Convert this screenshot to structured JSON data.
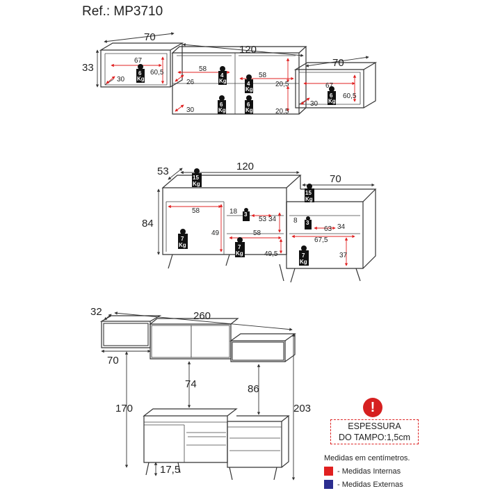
{
  "ref": "Ref.: MP3710",
  "top_unit": {
    "width_left": "70",
    "width_center": "120",
    "width_right": "70",
    "height": "33",
    "left_inner_w": "67",
    "left_inner_h": "60,5",
    "left_depth": "30",
    "center_inner_w1": "58",
    "center_inner_w2": "58",
    "center_h_upper": "20,5",
    "center_h_lower": "20,5",
    "center_depth_upper": "26",
    "center_depth_lower": "30",
    "right_inner_w": "67",
    "right_inner_h": "60,5",
    "right_depth": "30",
    "weights": [
      "6\nKg",
      "4\nKg",
      "4\nKg",
      "6\nKg",
      "6\nKg",
      "6\nKg"
    ]
  },
  "bottom_unit": {
    "depth": "53",
    "width_main": "120",
    "width_side": "70",
    "height": "84",
    "top_weight_main": "15",
    "top_weight_side": "15",
    "kg": "Kg",
    "main_left_w": "58",
    "main_left_h": "49",
    "main_right_shelf_depth": "18",
    "main_right_w": "53",
    "main_right_h": "34",
    "main_right_lower_w": "58",
    "main_right_lower_h": "49,5",
    "side_shelf_depth": "8",
    "side_w": "63",
    "side_h": "34",
    "side_lower_w": "67,5",
    "side_lower_h": "37",
    "weights_small": [
      "3",
      "3"
    ],
    "weights_large": [
      "7",
      "7",
      "7"
    ]
  },
  "elevation": {
    "depth": "32",
    "total_width": "260",
    "upper_height": "70",
    "gap_main": "74",
    "gap_side": "86",
    "base_height": "170",
    "total_height": "203",
    "leg_height": "17,5"
  },
  "notice": {
    "line1": "ESPESSURA",
    "line2": "DO TAMPO:1,5cm",
    "icon": "exclamation-icon"
  },
  "legend": {
    "units": "Medidas em centímetros.",
    "internal_label": "- Medidas Internas",
    "external_label": "- Medidas Externas",
    "internal_color": "#e02020",
    "external_color": "#2b2d8f"
  }
}
